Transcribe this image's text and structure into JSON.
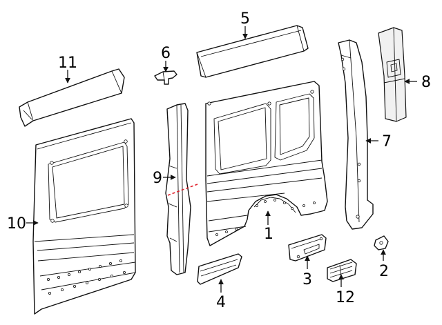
{
  "callouts": [
    {
      "id": "1",
      "label": "1"
    },
    {
      "id": "2",
      "label": "2"
    },
    {
      "id": "3",
      "label": "3"
    },
    {
      "id": "4",
      "label": "4"
    },
    {
      "id": "5",
      "label": "5"
    },
    {
      "id": "6",
      "label": "6"
    },
    {
      "id": "7",
      "label": "7"
    },
    {
      "id": "8",
      "label": "8"
    },
    {
      "id": "9",
      "label": "9"
    },
    {
      "id": "10",
      "label": "10"
    },
    {
      "id": "11",
      "label": "11"
    },
    {
      "id": "12",
      "label": "12"
    }
  ],
  "colors": {
    "line": "#111111",
    "cut_line": "#e0212b",
    "background": "#ffffff"
  }
}
